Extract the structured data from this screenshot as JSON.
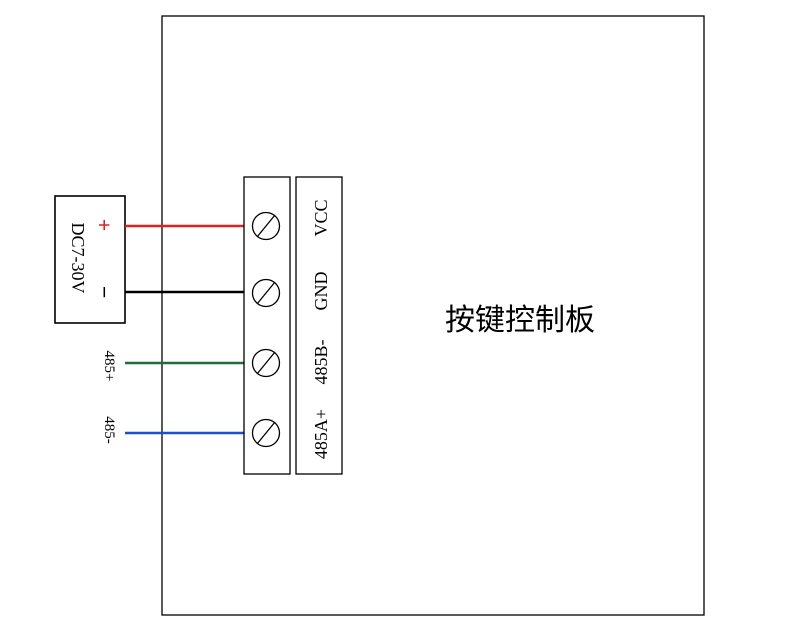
{
  "board_label": "按键控制板",
  "power_supply": {
    "label": "DC7-30V",
    "plus_sign": "+",
    "minus_sign": "−"
  },
  "terminals": [
    {
      "label": "VCC"
    },
    {
      "label": "GND"
    },
    {
      "label": "485B-"
    },
    {
      "label": "485A+"
    }
  ],
  "bus_wires": {
    "a_label": "485+",
    "b_label": "485-"
  },
  "colors": {
    "vcc_wire": "#e02020",
    "gnd_wire": "#000000",
    "bus_a_wire": "#1f6b3a",
    "bus_b_wire": "#1f4fd0",
    "plus_sign": "#e02020"
  }
}
